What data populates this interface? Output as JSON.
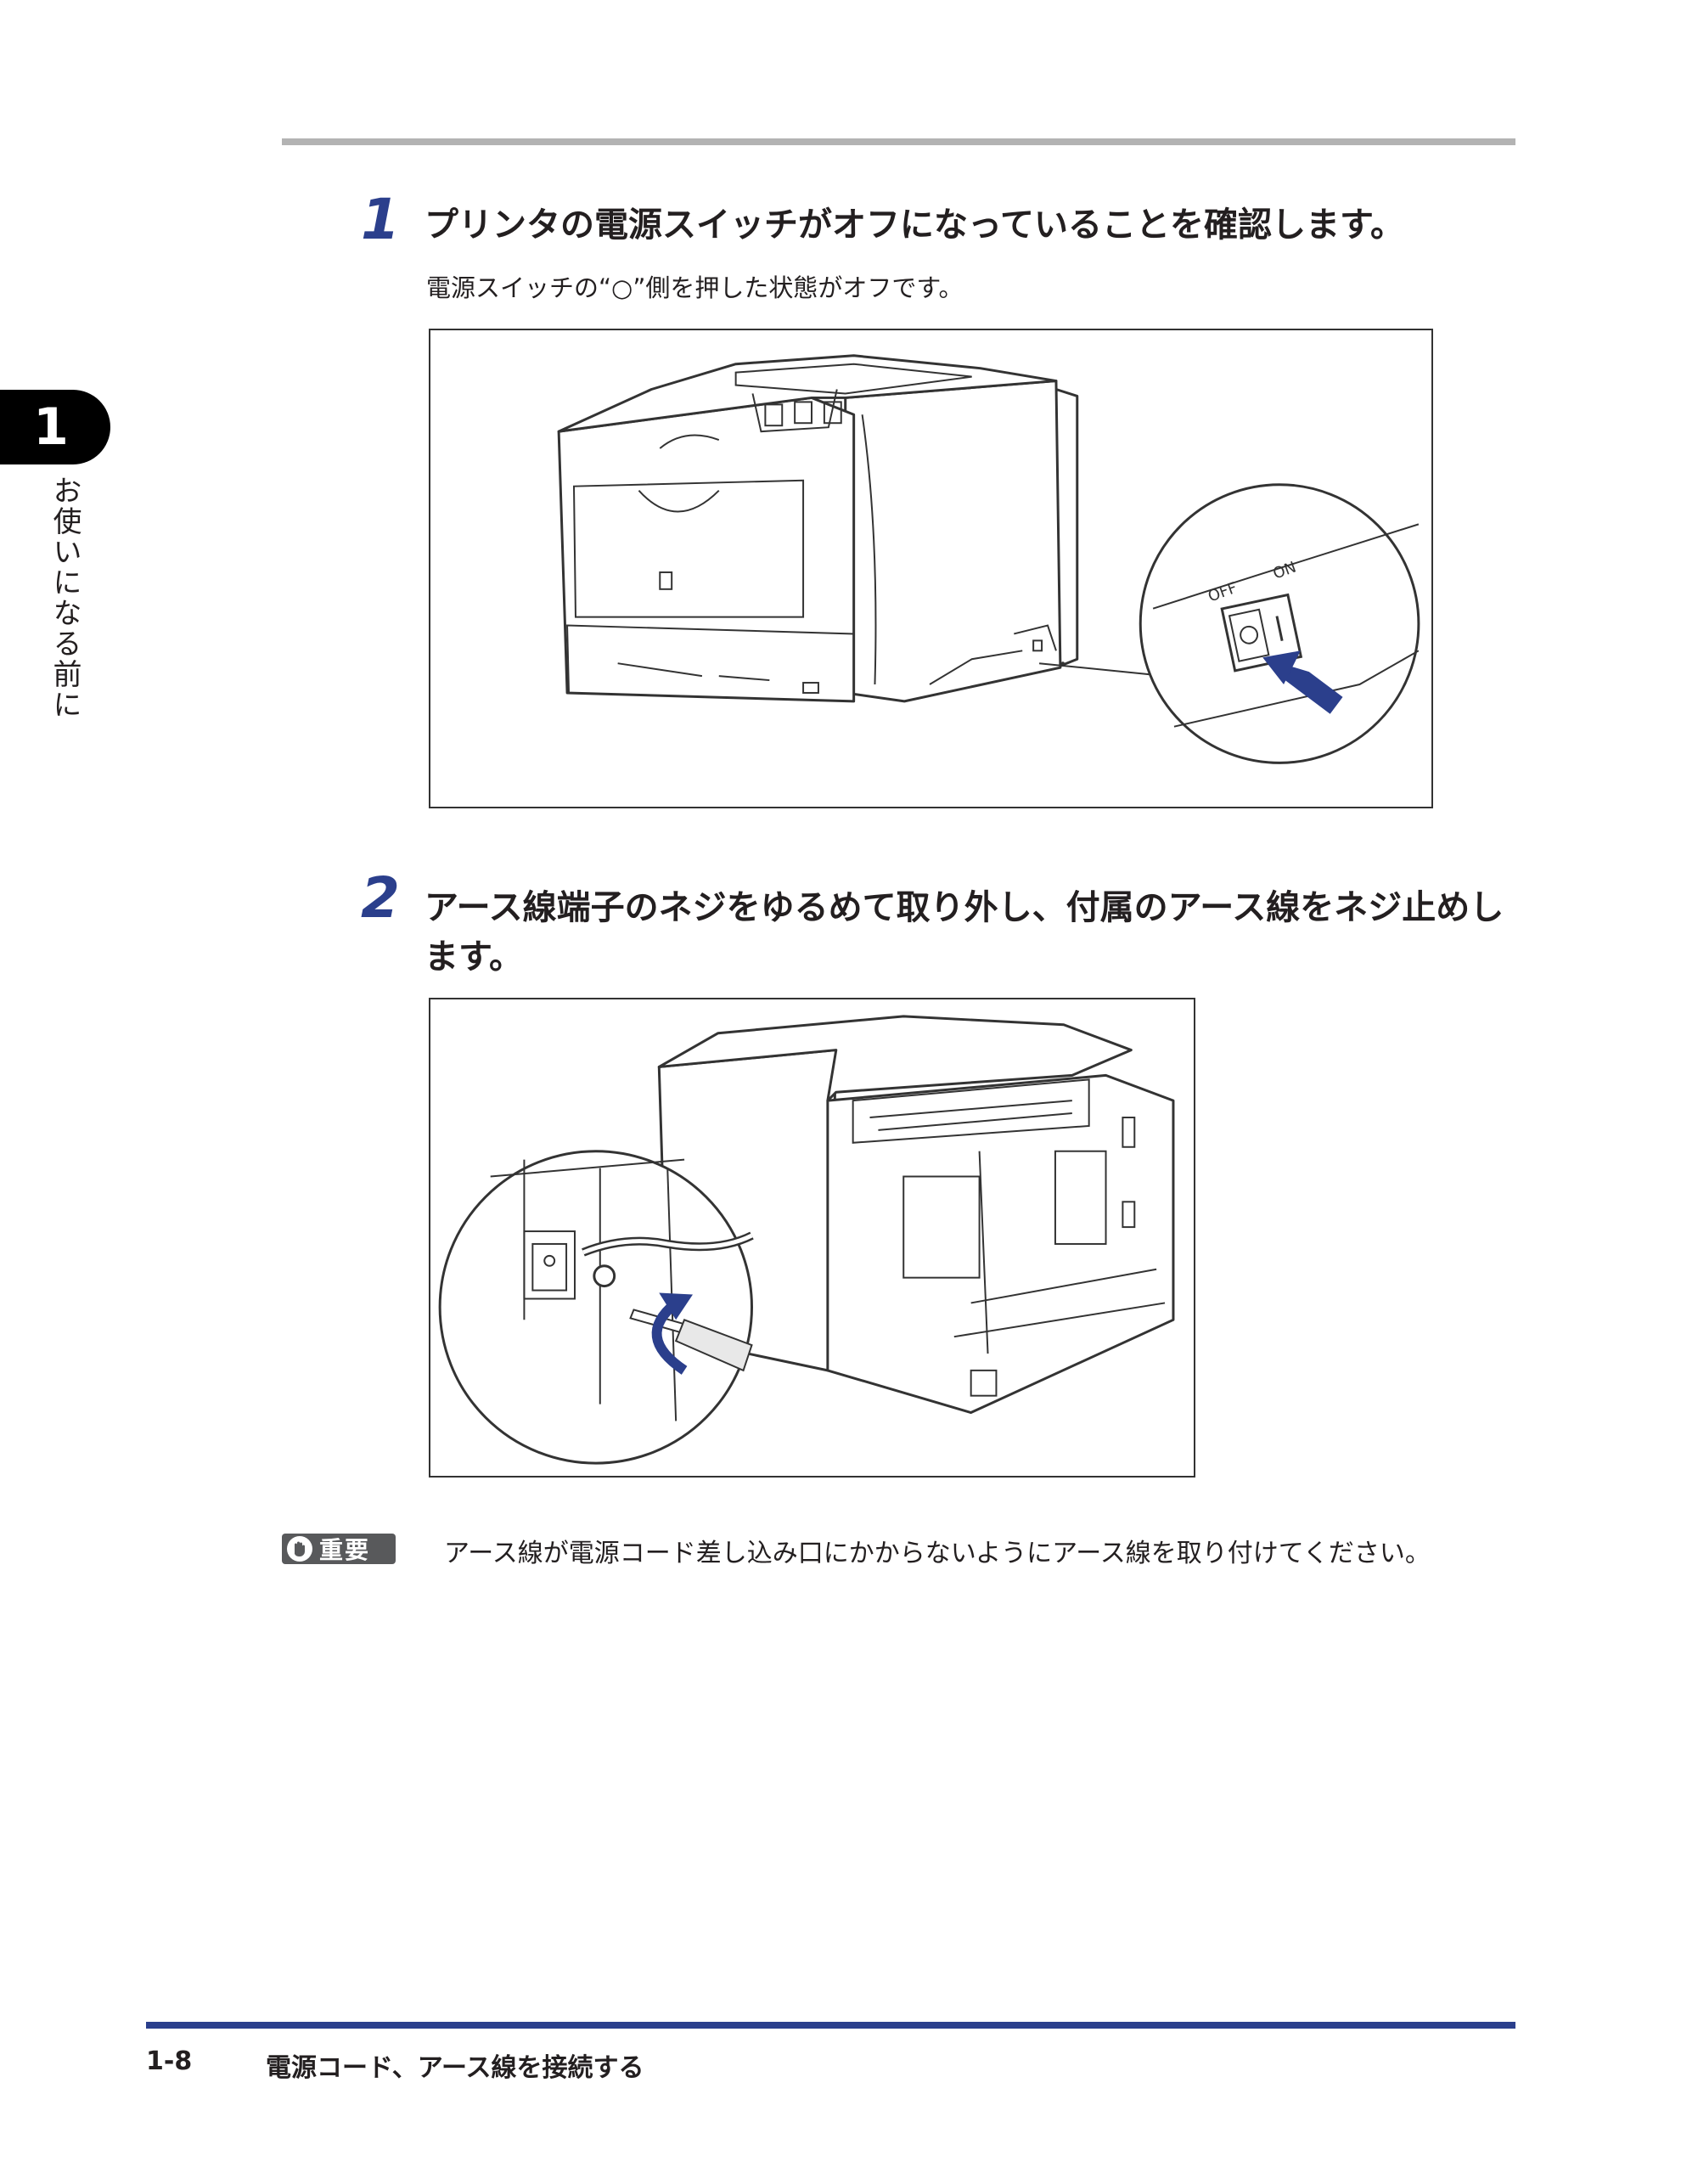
{
  "chapter": {
    "number": "1",
    "title": "お使いになる前に"
  },
  "steps": [
    {
      "number": "1",
      "title_lines": [
        "プリンタの電源スイッチがオフになっていることを確認します。"
      ],
      "description": "電源スイッチの“○”側を押した状態がオフです。",
      "figure": {
        "switch_off_label": "OFF",
        "switch_on_label": "ON"
      }
    },
    {
      "number": "2",
      "title_lines": [
        "アース線端子のネジをゆるめて取り外し、付属のアース線をネジ止めし",
        "ます。"
      ]
    }
  ],
  "important": {
    "label": "重要",
    "text": "アース線が電源コード差し込み口にかからないようにアース線を取り付けてください。"
  },
  "footer": {
    "page": "1-8",
    "title": "電源コード、アース線を接続する"
  },
  "colors": {
    "accent": "#2b3f8c",
    "rule_gray": "#b3b3b3",
    "badge_gray": "#58595b"
  }
}
